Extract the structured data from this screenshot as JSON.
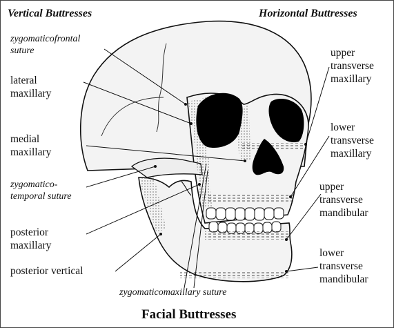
{
  "headers": {
    "left": "Vertical Buttresses",
    "right": "Horizontal Buttresses"
  },
  "title": "Facial Buttresses",
  "labels": {
    "zygomaticofrontal": "zygomaticofrontal\nsuture",
    "lateral_maxillary": "lateral\nmaxillary",
    "medial_maxillary": "medial\nmaxillary",
    "zygomaticotemporal": "zygomatico-\ntemporal suture",
    "posterior_maxillary": "posterior\nmaxillary",
    "posterior_vertical": "posterior vertical",
    "zygomaticomaxillary": "zygomaticomaxillary suture",
    "upper_transverse_maxillary": "upper\ntransverse\nmaxillary",
    "lower_transverse_maxillary": "lower\ntransverse\nmaxillary",
    "upper_transverse_mandibular": "upper\ntransverse\nmandibular",
    "lower_transverse_mandibular": "lower\ntransverse\nmandibular"
  },
  "colors": {
    "skull_fill": "#f3f3f3",
    "outline": "#111111",
    "orbit_fill": "#000000"
  }
}
